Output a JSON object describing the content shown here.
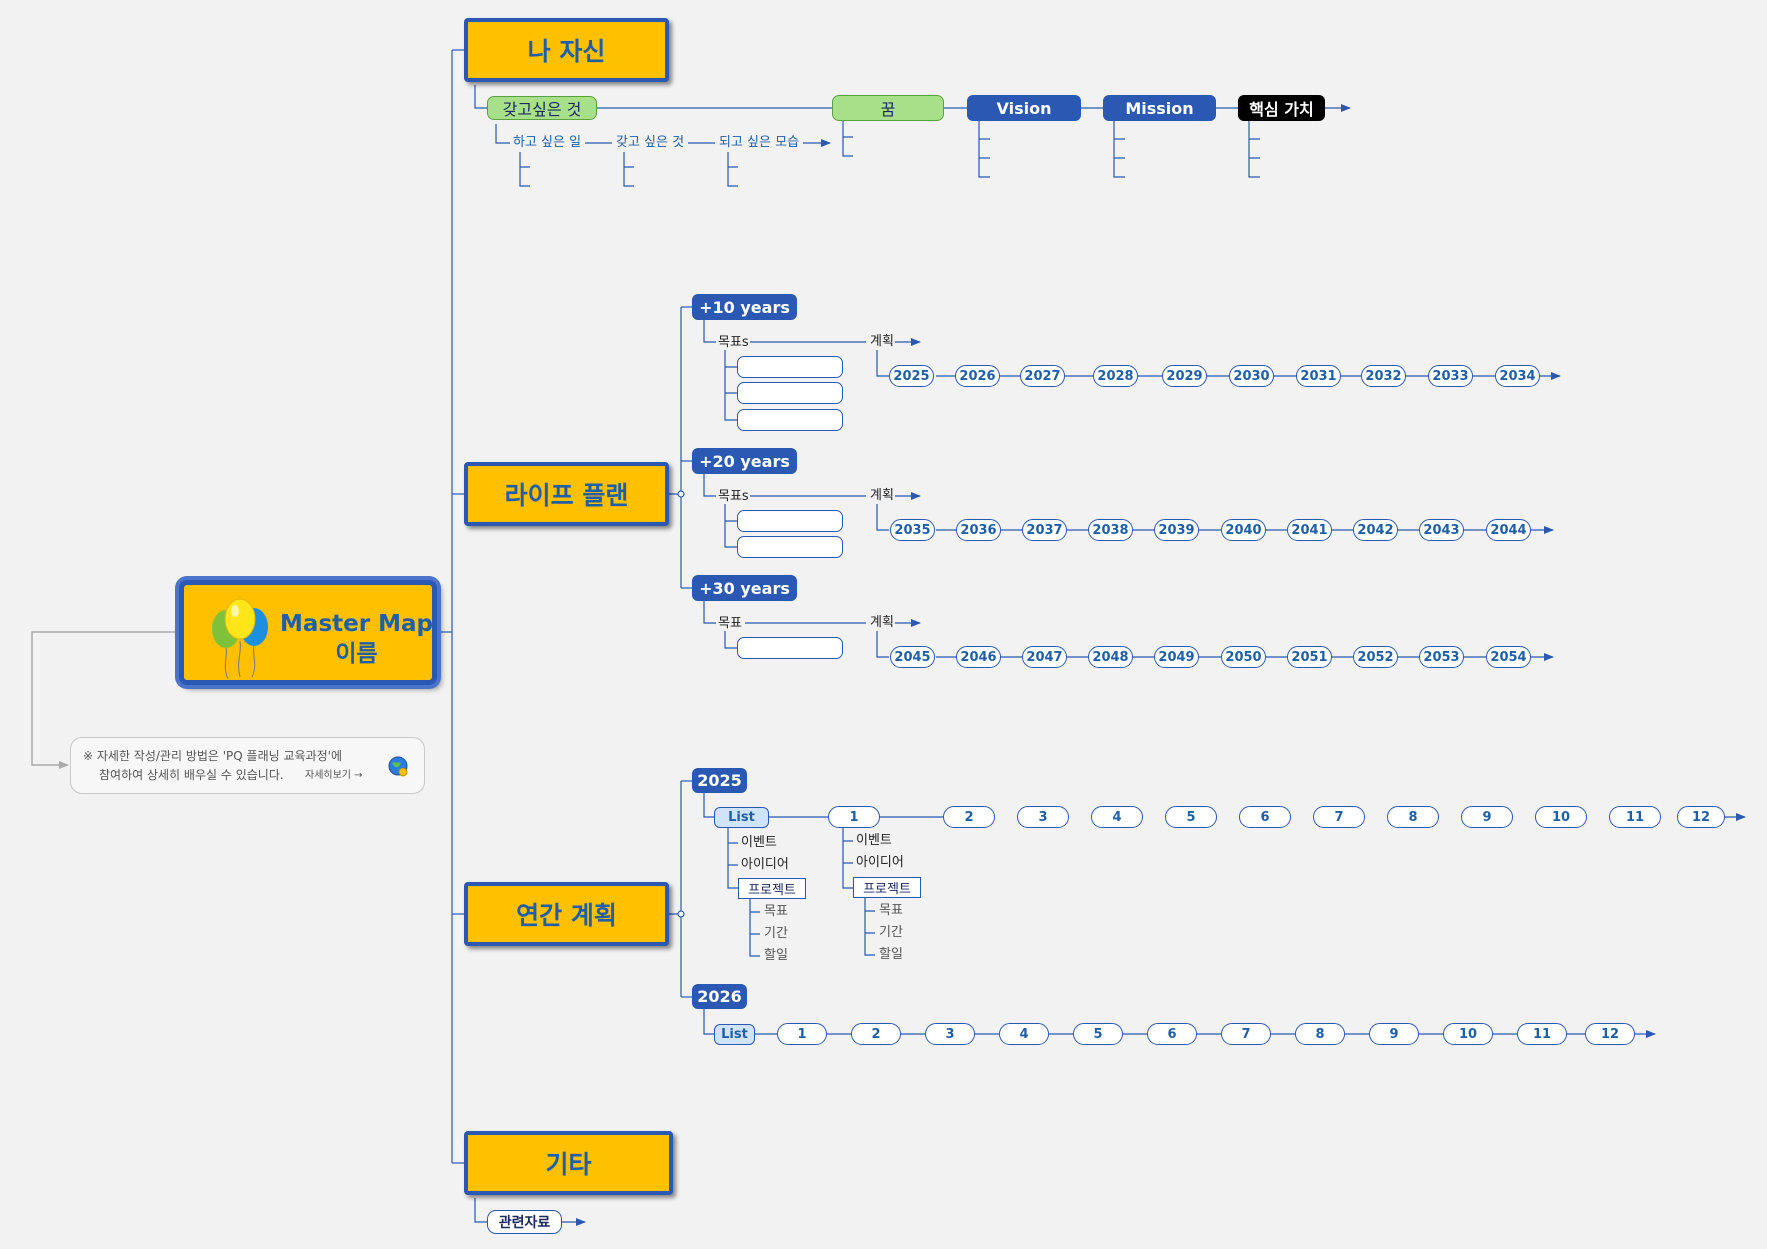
{
  "root": {
    "title": "Master Map",
    "subtitle": "이름"
  },
  "note": {
    "line1": "※ 자세한 작성/관리 방법은 'PQ 플래닝 교육과정'에",
    "line2": "참여하여 상세히 배우실 수 있습니다.",
    "link": "자세히보기 →"
  },
  "branches": {
    "self": "나 자신",
    "life": "라이프 플랜",
    "year": "연간 계획",
    "etc": "기타"
  },
  "self": {
    "want": "갖고싶은 것",
    "subs": [
      "하고 싶은 일",
      "갖고 싶은 것",
      "되고 싶은 모습"
    ],
    "chain": [
      "꿈",
      "Vision",
      "Mission",
      "핵심 가치"
    ]
  },
  "life": {
    "ten": "+10 years",
    "twenty": "+20 years",
    "thirty": "+30 years",
    "goals_plural": "목표s",
    "goal": "목표",
    "plan": "계획",
    "years10": [
      "2025",
      "2026",
      "2027",
      "2028",
      "2029",
      "2030",
      "2031",
      "2032",
      "2033",
      "2034"
    ],
    "years20": [
      "2035",
      "2036",
      "2037",
      "2038",
      "2039",
      "2040",
      "2041",
      "2042",
      "2043",
      "2044"
    ],
    "years30": [
      "2045",
      "2046",
      "2047",
      "2048",
      "2049",
      "2050",
      "2051",
      "2052",
      "2053",
      "2054"
    ]
  },
  "annual": {
    "y1": "2025",
    "y2": "2026",
    "list": "List",
    "months": [
      "1",
      "2",
      "3",
      "4",
      "5",
      "6",
      "7",
      "8",
      "9",
      "10",
      "11",
      "12"
    ],
    "event": "이벤트",
    "idea": "아이디어",
    "project": "프로젝트",
    "goal": "목표",
    "period": "기간",
    "todo": "할일"
  },
  "etc": {
    "refs": "관련자료"
  },
  "colors": {
    "accent": "#2a58b3",
    "main_fill": "#ffc000",
    "dream_fill": "#a8e08a",
    "text": "#1f5fa8"
  }
}
